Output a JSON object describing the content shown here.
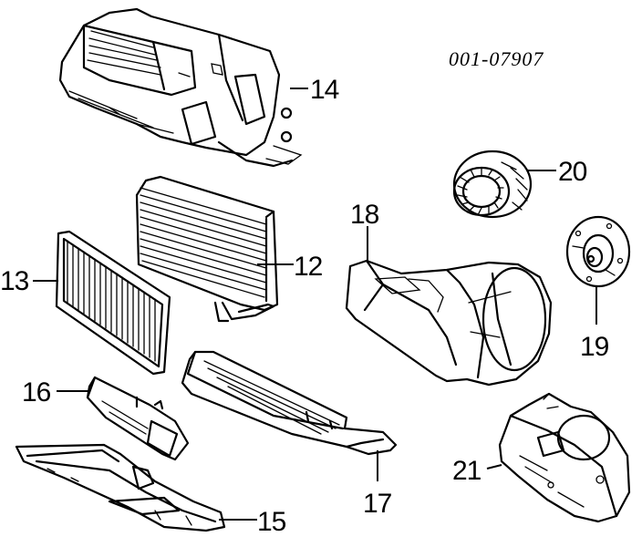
{
  "drawing_code": "001-07907",
  "callouts": {
    "c12": "12",
    "c13": "13",
    "c14": "14",
    "c15": "15",
    "c16": "16",
    "c17": "17",
    "c18": "18",
    "c19": "19",
    "c20": "20",
    "c21": "21"
  }
}
